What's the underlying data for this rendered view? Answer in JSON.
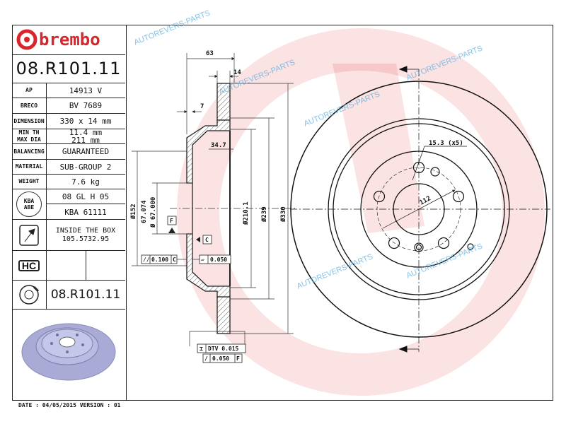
{
  "brand": {
    "name": "brembo",
    "color": "#d9262c"
  },
  "part_number": "08.R101.11",
  "specs": [
    {
      "label": "AP",
      "value": "14913 V"
    },
    {
      "label": "BRECO",
      "value": "BV 7689"
    },
    {
      "label": "DIMENSION",
      "value": "330 x 14 mm"
    },
    {
      "label": "MIN TH",
      "label2": "MAX DIA",
      "value": "11.4 mm",
      "value2": "211 mm"
    },
    {
      "label": "BALANCING",
      "value": "GUARANTEED"
    },
    {
      "label": "MATERIAL",
      "value": "SUB-GROUP 2"
    },
    {
      "label": "WEIGHT",
      "value": "7.6 kg"
    }
  ],
  "kba": {
    "badge_line1": "KBA",
    "badge_line2": "ABE",
    "value1": "08 GL H 05",
    "value2": "KBA 61111"
  },
  "screw": {
    "line1": "INSIDE THE BOX",
    "line2": "105.5732.95"
  },
  "hc_badge": "HC",
  "bottom_part_number": "08.R101.11",
  "drawing": {
    "dim_63": "63",
    "dim_14": "14",
    "dim_7": "7",
    "dim_34_7": "34.7",
    "dim_152": "Ø152",
    "dim_67_max": "67.074",
    "dim_67_min": "Ø 67.000",
    "dim_210_1": "Ø210.1",
    "dim_239": "Ø239",
    "dim_330": "Ø330",
    "datum_f": "F",
    "datum_c": "C",
    "tol_parallel": "0.100",
    "tol_parallel_ref": "C",
    "tol_flatness": "0.050",
    "tol_dtv": "DTV 0.015",
    "tol_runout": "0.050",
    "tol_runout_ref": "F",
    "holes": "15.3 (x5)",
    "pcd": "112"
  },
  "watermark": "AUTOREVERS-PARTS",
  "footer": "DATE : 04/05/2015 VERSION : 01"
}
